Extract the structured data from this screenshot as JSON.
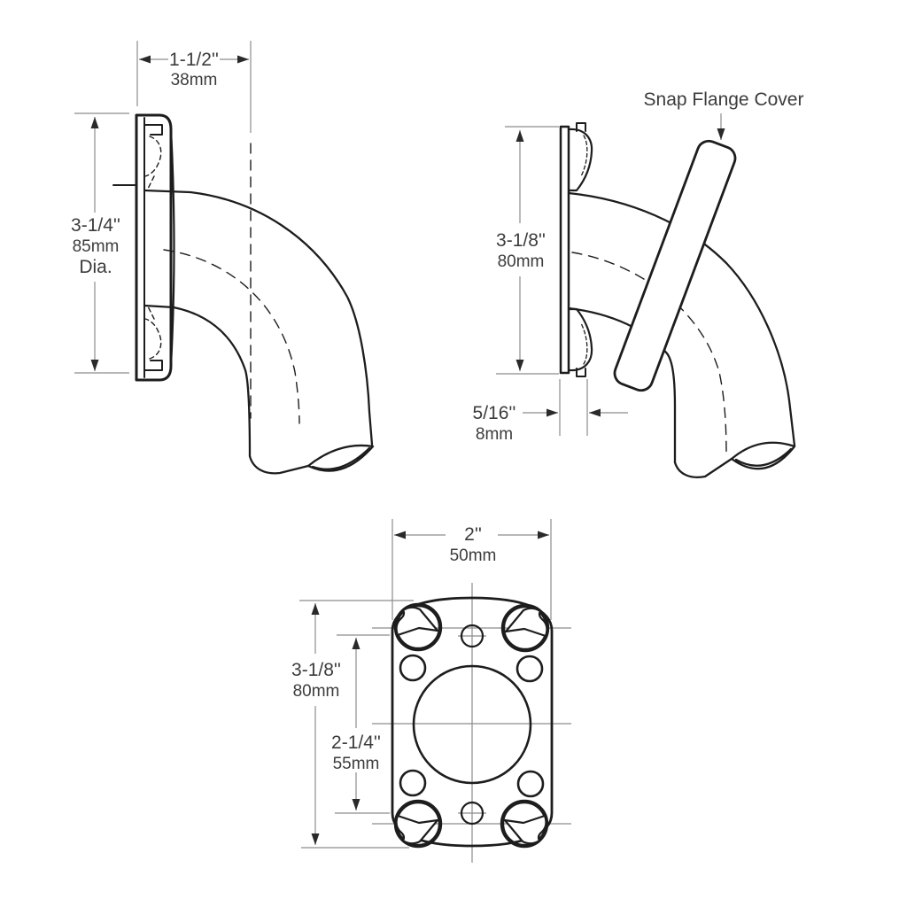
{
  "drawing": {
    "callouts": {
      "snap_flange_cover": "Snap Flange Cover"
    },
    "side_view_cover_installed": {
      "width": {
        "in": "1-1/2''",
        "mm": "38mm"
      },
      "diameter": {
        "in": "3-1/4''",
        "mm": "85mm",
        "suffix": "Dia."
      }
    },
    "side_view_cover_removed": {
      "flange_height": {
        "in": "3-1/8''",
        "mm": "80mm"
      },
      "standoff": {
        "in": "5/16''",
        "mm": "8mm"
      }
    },
    "front_view_flange": {
      "width": {
        "in": "2''",
        "mm": "50mm"
      },
      "height": {
        "in": "3-1/8''",
        "mm": "80mm"
      },
      "hole_spacing": {
        "in": "2-1/4''",
        "mm": "55mm"
      }
    },
    "colors": {
      "line": "#1d1d1d",
      "dimension": "#8c8c8c",
      "text": "#3c3c3c",
      "background": "#ffffff"
    }
  }
}
